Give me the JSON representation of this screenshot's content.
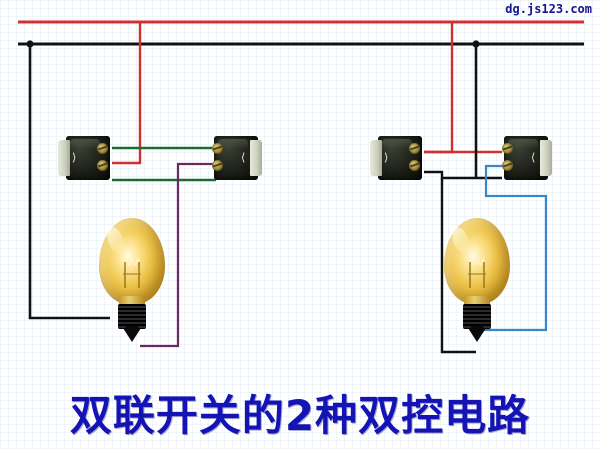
{
  "watermark": {
    "text": "dg.js123.com",
    "color": "#14148c"
  },
  "title": {
    "text": "双联开关的2种双控电路",
    "color": "#1414b4"
  },
  "colors": {
    "live_rail": "#d23030",
    "neutral_rail": "#111111",
    "traveler_green": "#1e6b2e",
    "traveler_purple": "#6b2a5e",
    "traveler_blue": "#3a86c8",
    "traveler_black": "#111111",
    "traveler_red": "#d23030",
    "background": "#ffffff",
    "grid": "#96b9e1"
  },
  "rails": [
    {
      "name": "live-rail",
      "label": "",
      "color": "#d23030",
      "y": 22
    },
    {
      "name": "neutral-rail",
      "label": "",
      "color": "#111111",
      "y": 44
    }
  ],
  "circuits": [
    {
      "name": "left-circuit",
      "label": "",
      "switches": [
        {
          "name": "left-circuit-switch-a",
          "label": "",
          "terminals": "right"
        },
        {
          "name": "left-circuit-switch-b",
          "label": "",
          "terminals": "left"
        }
      ],
      "lamp": {
        "name": "left-circuit-lamp",
        "label": ""
      },
      "traveler_colors": [
        "#1e6b2e",
        "#1e6b2e"
      ],
      "feed_color": "#d23030",
      "return_color": "#111111",
      "lamp_wire_color": "#6b2a5e"
    },
    {
      "name": "right-circuit",
      "label": "",
      "switches": [
        {
          "name": "right-circuit-switch-a",
          "label": "",
          "terminals": "right"
        },
        {
          "name": "right-circuit-switch-b",
          "label": "",
          "terminals": "left"
        }
      ],
      "lamp": {
        "name": "right-circuit-lamp",
        "label": ""
      },
      "traveler_colors": [
        "#d23030",
        "#111111"
      ],
      "feed_color": "#d23030",
      "return_color": "#111111",
      "lamp_wire_color": "#3a86c8"
    }
  ]
}
